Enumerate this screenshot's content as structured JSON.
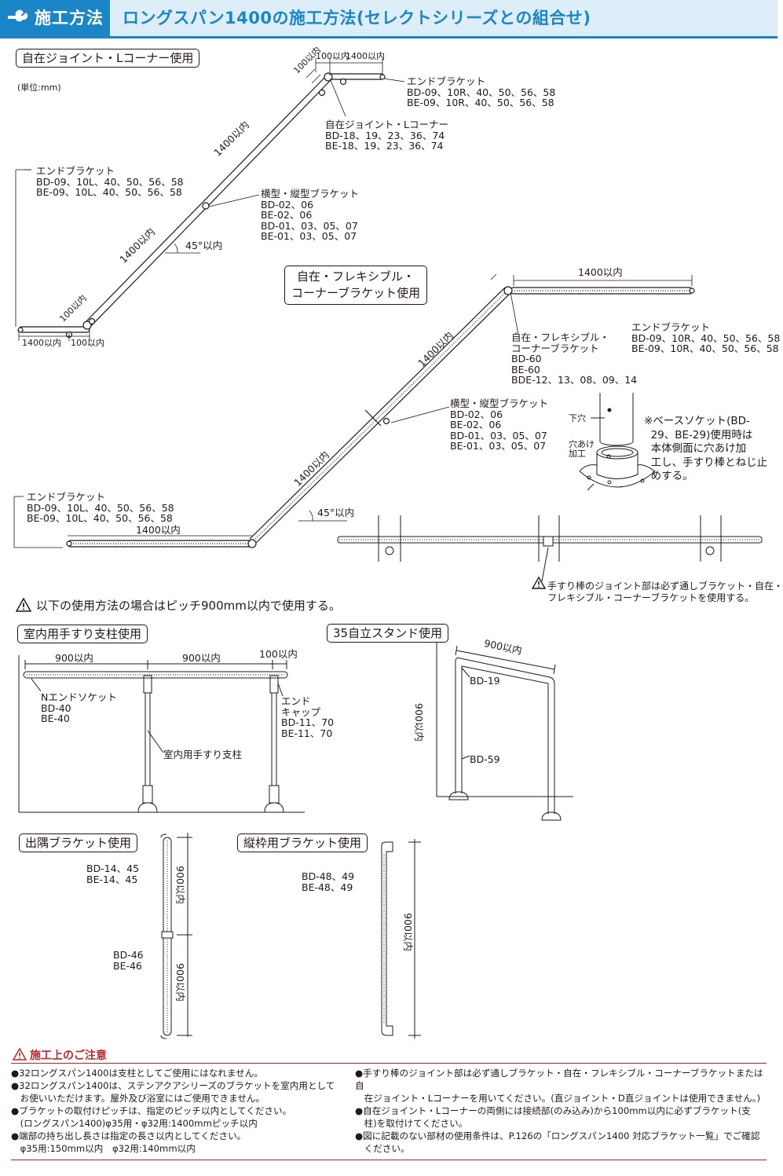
{
  "header": {
    "tag": "施工方法",
    "title": "ロングスパン1400の施工方法(セレクトシリーズとの組合せ)"
  },
  "sec1": {
    "title": "自在ジョイント・Lコーナー使用",
    "unit": "(単位:mm)",
    "dim_top_a": "100以内",
    "dim_top_b": "1400以内",
    "dim_diag_small_top": "100以内",
    "dim_diag_upper": "1400以内",
    "dim_diag_lower": "1400以内",
    "dim_diag_small_bot": "100以内",
    "dim_bot_a": "1400以内",
    "dim_bot_b": "100以内",
    "angle": "45°以内",
    "end_right": "エンドブラケット\nBD-09、10R、40、50、56、58\nBE-09、10R、40、50、56、58",
    "joint": "自在ジョイント・Lコーナー\nBD-18、19、23、36、74\nBE-18、19、23、36、74",
    "end_left": "エンドブラケット\nBD-09、10L、40、50、56、58\nBE-09、10L、40、50、56、58",
    "bracket": "横型・縦型ブラケット\nBD-02、06\nBE-02、06\nBD-01、03、05、07\nBE-01、03、05、07"
  },
  "sec2": {
    "title": "自在・フレキシブル・\nコーナーブラケット使用",
    "dim_top": "1400以内",
    "dim_diag_upper": "1400以内",
    "dim_diag_lower": "1400以内",
    "dim_bottom": "1400以内",
    "angle": "45°以内",
    "end_right": "エンドブラケット\nBD-09、10R、40、50、56、58\nBE-09、10R、40、50、56、58",
    "flex": "自在・フレキシブル・\nコーナーブラケット\nBD-60\nBE-60\nBDE-12、13、08、09、14",
    "bracket": "横型・縦型ブラケット\nBD-02、06\nBE-02、06\nBD-01、03、05、07\nBE-01、03、05、07",
    "end_left": "エンドブラケット\nBD-09、10L、40、50、56、58\nBE-09、10L、40、50、56、58",
    "shita_ana": "下穴",
    "ana_ake": "穴あけ\n加工",
    "base_note": "※ベースソケット(BD-\n  29、BE-29)使用時は\n  本体側面に穴あけ加\n  工し、手すり棒とねじ止\n  めする。",
    "joint_note": "手すり棒のジョイント部は必ず通しブラケット・自在・\nフレキシブル・コーナーブラケットを使用する。"
  },
  "notice": "以下の使用方法の場合はピッチ900mm以内で使用する。",
  "sec3": {
    "title": "室内用手すり支柱使用",
    "dim_a": "900以内",
    "dim_b": "900以内",
    "dim_c": "100以内",
    "n_end": "Nエンドソケット\nBD-40\nBE-40",
    "end_cap": "エンド\nキャップ\nBD-11、70\nBE-11、70",
    "post": "室内用手すり支柱"
  },
  "sec4": {
    "title": "35自立スタンド使用",
    "dim_top": "900以内",
    "dim_side": "900以内",
    "bd19": "BD-19",
    "bd59": "BD-59"
  },
  "sec5": {
    "title": "出隅ブラケット使用",
    "top": "BD-14、45\nBE-14、45",
    "mid": "BD-46\nBE-46",
    "dim_a": "900以内",
    "dim_b": "900以内"
  },
  "sec6": {
    "title": "縦枠用ブラケット使用",
    "top": "BD-48、49\nBE-48、49",
    "dim": "900以内"
  },
  "caution": {
    "title": "施工上のご注意",
    "left": [
      "●32ロングスパン1400は支柱としてご使用にはなれません。",
      "●32ロングスパン1400は、ステンアクアシリーズのブラケットを室内用として",
      "　お使いいただけます。屋外及び浴室にはご使用できません。",
      "●ブラケットの取付けピッチは、指定のピッチ以内としてください。",
      "　(ロングスパン1400)φ35用・φ32用:1400mmピッチ以内",
      "●端部の持ち出し長さは指定の長さ以内としてください。",
      "　φ35用:150mm以内　φ32用:140mm以内"
    ],
    "right": [
      "●手すり棒のジョイント部は必ず通しブラケット・自在・フレキシブル・コーナーブラケットまたは自",
      "　在ジョイント・Lコーナーを用いてください。(直ジョイント・D直ジョイントは使用できません。)",
      "●自在ジョイント・Lコーナーの両側には接続部(のみ込み)から100mm以内に必ずブラケット(支",
      "　柱)を取付けてください。",
      "●図に記載のない部材の使用条件は、P.126の「ロングスパン1400 対応ブラケット一覧」でご確認",
      "　ください。"
    ]
  },
  "colors": {
    "accent": "#1a86c8",
    "header_bg": "#ddeef9",
    "caution": "#c0272d"
  }
}
